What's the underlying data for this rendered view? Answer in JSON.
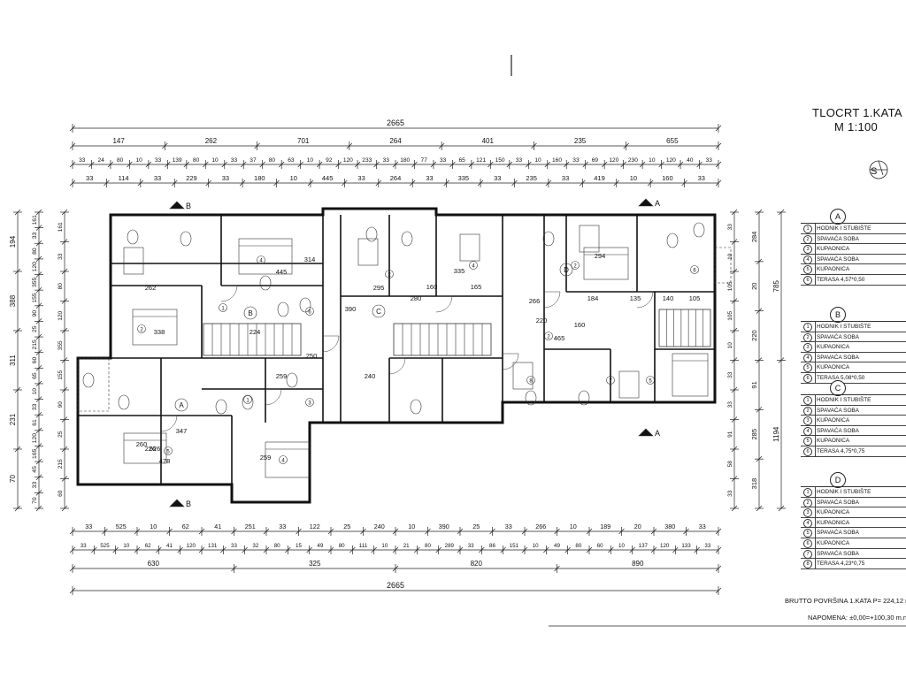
{
  "title": "TLOCRT 1.KATA",
  "scale": "M 1:100",
  "north_label": "S",
  "dims": {
    "top_total": "2665",
    "top_row1": [
      "147",
      "262",
      "701",
      "264",
      "401",
      "235",
      "655"
    ],
    "top_row2": [
      "33",
      "24",
      "80",
      "10",
      "33",
      "139",
      "80",
      "10",
      "33",
      "37",
      "80",
      "63",
      "10",
      "92",
      "120",
      "233",
      "33",
      "180",
      "77",
      "33",
      "65",
      "121",
      "150",
      "33",
      "10",
      "160",
      "33",
      "69",
      "120",
      "230",
      "10",
      "120",
      "40",
      "33"
    ],
    "top_row3": [
      "33",
      "114",
      "33",
      "229",
      "33",
      "180",
      "10",
      "445",
      "33",
      "264",
      "33",
      "335",
      "33",
      "235",
      "33",
      "419",
      "10",
      "160",
      "33"
    ],
    "bottom_row1": [
      "33",
      "525",
      "10",
      "62",
      "41",
      "251",
      "33",
      "122",
      "25",
      "240",
      "10",
      "390",
      "25",
      "33",
      "266",
      "10",
      "189",
      "20",
      "380",
      "33"
    ],
    "bottom_row2": [
      "33",
      "525",
      "10",
      "62",
      "41",
      "120",
      "131",
      "33",
      "32",
      "80",
      "15",
      "49",
      "80",
      "111",
      "10",
      "21",
      "80",
      "289",
      "33",
      "86",
      "151",
      "10",
      "49",
      "80",
      "60",
      "10",
      "137",
      "120",
      "133",
      "33"
    ],
    "bottom_row3": [
      "630",
      "325",
      "820",
      "890"
    ],
    "bottom_total": "2665",
    "left_outer": [
      "194",
      "388",
      "311",
      "231",
      "70"
    ],
    "left_inner": [
      "161",
      "33",
      "80",
      "120",
      "355",
      "155",
      "90",
      "25",
      "215",
      "60",
      "65",
      "10",
      "33",
      "61",
      "120",
      "165",
      "45",
      "33",
      "70"
    ],
    "right_outer": [
      "785",
      "1194"
    ],
    "right_inner": [
      "284",
      "20",
      "220",
      "91",
      "285",
      "318"
    ],
    "right_detail": [
      "33",
      "10",
      "105",
      "105",
      "10",
      "33",
      "33",
      "91",
      "58",
      "33"
    ]
  },
  "plan_labels": {
    "sections": [
      "A",
      "B",
      "C",
      "D"
    ],
    "section_cuts": [
      "B",
      "B",
      "A",
      "A"
    ],
    "room_numbers": [
      "1",
      "2",
      "3",
      "4",
      "5",
      "6",
      "7",
      "8"
    ],
    "room_dims": [
      "445",
      "314",
      "262",
      "224",
      "226",
      "259",
      "338",
      "295",
      "390",
      "280",
      "160",
      "335",
      "165",
      "266",
      "465",
      "294",
      "184",
      "135",
      "140",
      "105",
      "526",
      "478",
      "259",
      "250",
      "240",
      "260",
      "220",
      "160",
      "347"
    ]
  },
  "legend": [
    {
      "letter": "A",
      "items": [
        {
          "n": "1",
          "label": "HODNIK I STUBIŠTE"
        },
        {
          "n": "2",
          "label": "SPAVAĆA SOBA"
        },
        {
          "n": "3",
          "label": "KUPAONICA"
        },
        {
          "n": "4",
          "label": "SPAVAĆA SOBA"
        },
        {
          "n": "5",
          "label": "KUPAONICA"
        },
        {
          "n": "6",
          "label": "TERASA 4,57*0,50"
        }
      ]
    },
    {
      "letter": "B",
      "items": [
        {
          "n": "1",
          "label": "HODNIK I STUBIŠTE"
        },
        {
          "n": "2",
          "label": "SPAVAĆA SOBA"
        },
        {
          "n": "3",
          "label": "KUPAONICA"
        },
        {
          "n": "4",
          "label": "SPAVAĆA SOBA"
        },
        {
          "n": "5",
          "label": "KUPAONICA"
        },
        {
          "n": "6",
          "label": "TERASA 5,08*0,50"
        }
      ]
    },
    {
      "letter": "C",
      "items": [
        {
          "n": "1",
          "label": "HODNIK I STUBIŠTE"
        },
        {
          "n": "2",
          "label": "SPAVAĆA SOBA"
        },
        {
          "n": "3",
          "label": "KUPAONICA"
        },
        {
          "n": "4",
          "label": "SPAVAĆA SOBA"
        },
        {
          "n": "5",
          "label": "KUPAONICA"
        },
        {
          "n": "6",
          "label": "TERASA 4,75*0,75"
        }
      ]
    },
    {
      "letter": "D",
      "items": [
        {
          "n": "1",
          "label": "HODNIK I STUBIŠTE"
        },
        {
          "n": "2",
          "label": "SPAVAĆA SOBA"
        },
        {
          "n": "3",
          "label": "KUPAONICA"
        },
        {
          "n": "4",
          "label": "KUPAONICA"
        },
        {
          "n": "5",
          "label": "SPAVAĆA SOBA"
        },
        {
          "n": "6",
          "label": "KUPAONICA"
        },
        {
          "n": "7",
          "label": "SPAVAĆA SOBA"
        },
        {
          "n": "8",
          "label": "TERASA 4,23*0,75"
        }
      ]
    }
  ],
  "footer": {
    "area": "BRUTTO POVRŠINA 1.KATA   P= 224,12 m",
    "note": "NAPOMENA: ±0,00=+100,30 m.n.m"
  }
}
